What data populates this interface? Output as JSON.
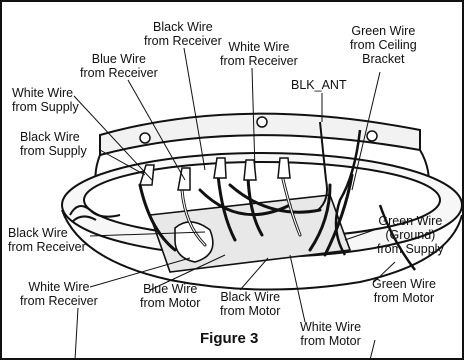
{
  "figure_label": "Figure 3",
  "callouts": {
    "black_wire_from_receiver_top": [
      "Black Wire",
      "from Receiver"
    ],
    "blue_wire_from_receiver": [
      "Blue Wire",
      "from Receiver"
    ],
    "white_wire_from_receiver_top": [
      "White Wire",
      "from Receiver"
    ],
    "green_wire_from_ceiling_bracket": [
      "Green Wire",
      "from Ceiling",
      "Bracket"
    ],
    "white_wire_from_supply": [
      "White Wire",
      "from Supply"
    ],
    "blk_ant": [
      "BLK_ANT"
    ],
    "black_wire_from_supply": [
      "Black Wire",
      "from Supply"
    ],
    "black_wire_from_receiver_left": [
      "Black Wire",
      "from Receiver"
    ],
    "green_wire_ground_from_supply": [
      "Green Wire",
      "(Ground)",
      "from Supply"
    ],
    "white_wire_from_receiver_bottom": [
      "White Wire",
      "from Receiver"
    ],
    "blue_wire_from_motor": [
      "Blue Wire",
      "from Motor"
    ],
    "black_wire_from_motor": [
      "Black Wire",
      "from Motor"
    ],
    "green_wire_from_motor": [
      "Green Wire",
      "from Motor"
    ],
    "white_wire_from_motor": [
      "White Wire",
      "from Motor"
    ]
  }
}
